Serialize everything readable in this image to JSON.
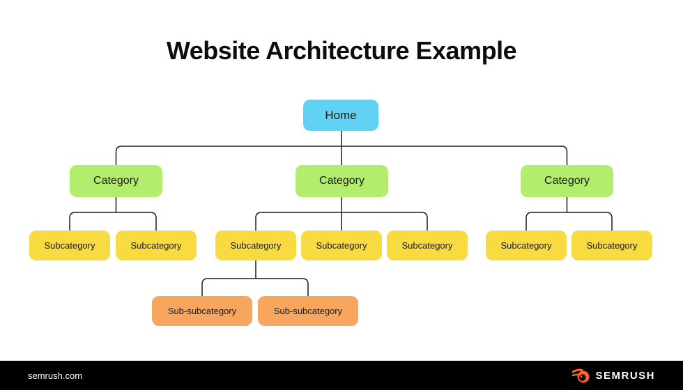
{
  "title": "Website Architecture Example",
  "diagram": {
    "type": "site-hierarchy-tree",
    "nodes": {
      "home": {
        "label": "Home",
        "level": 0
      },
      "categories": [
        {
          "label": "Category",
          "parent": "home"
        },
        {
          "label": "Category",
          "parent": "home"
        },
        {
          "label": "Category",
          "parent": "home"
        }
      ],
      "subcategories": [
        {
          "label": "Subcategory",
          "parent_category_index": 0
        },
        {
          "label": "Subcategory",
          "parent_category_index": 0
        },
        {
          "label": "Subcategory",
          "parent_category_index": 1
        },
        {
          "label": "Subcategory",
          "parent_category_index": 1
        },
        {
          "label": "Subcategory",
          "parent_category_index": 1
        },
        {
          "label": "Subcategory",
          "parent_category_index": 2
        },
        {
          "label": "Subcategory",
          "parent_category_index": 2
        }
      ],
      "sub_subcategories": [
        {
          "label": "Sub-subcategory",
          "parent_subcategory_index": 2
        },
        {
          "label": "Sub-subcategory",
          "parent_subcategory_index": 2
        }
      ]
    },
    "colors": {
      "home": "#62D2F4",
      "category": "#B4ED6D",
      "subcategory": "#F8DB40",
      "sub_subcategory": "#F8A55E",
      "connector": "#1c1c1c"
    }
  },
  "footer": {
    "site_url": "semrush.com",
    "brand_name": "SEMRUSH",
    "colors": {
      "background": "#000000",
      "text": "#ffffff",
      "logo_orange": "#FF642D"
    }
  }
}
